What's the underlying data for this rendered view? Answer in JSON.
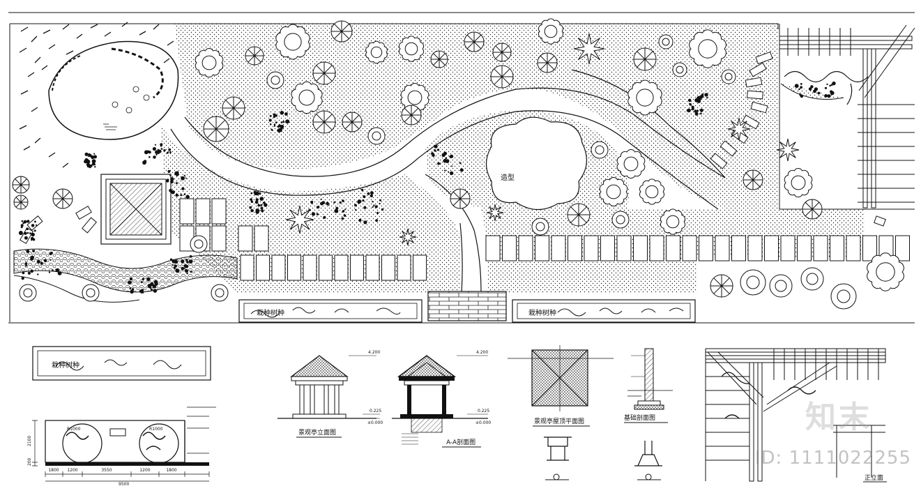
{
  "colors": {
    "line": "#111111",
    "background": "#ffffff",
    "watermark": "#9a9a9a"
  },
  "plan": {
    "center_label": "造型",
    "planter_label_left": "栽种树种",
    "planter_label_right": "栽种树种"
  },
  "planter_detail": {
    "label": "栽种树种"
  },
  "wall_elevation": {
    "dim_left": "2100",
    "dim_bottom_left": "200",
    "dims_bottom": [
      "1800",
      "1200",
      "3550",
      "1200",
      "1800"
    ],
    "total": "9500",
    "radius_left": "R1000",
    "radius_right": "R1000"
  },
  "pavilion_elevation": {
    "title": "景观亭立面图",
    "elev_top": "4.200",
    "elev_mid": "0.225",
    "elev_ground": "±0.000"
  },
  "pavilion_section": {
    "title": "A-A剖面图",
    "elev_top": "4.200",
    "elev_mid": "0.225",
    "elev_ground": "±0.000"
  },
  "roof_plan": {
    "title": "景观亭屋顶平面图"
  },
  "foundation": {
    "title": "基础剖面图"
  },
  "pergola": {
    "title": "正立面"
  },
  "watermark": {
    "logo": "知末",
    "id": "ID: 1111022255"
  }
}
